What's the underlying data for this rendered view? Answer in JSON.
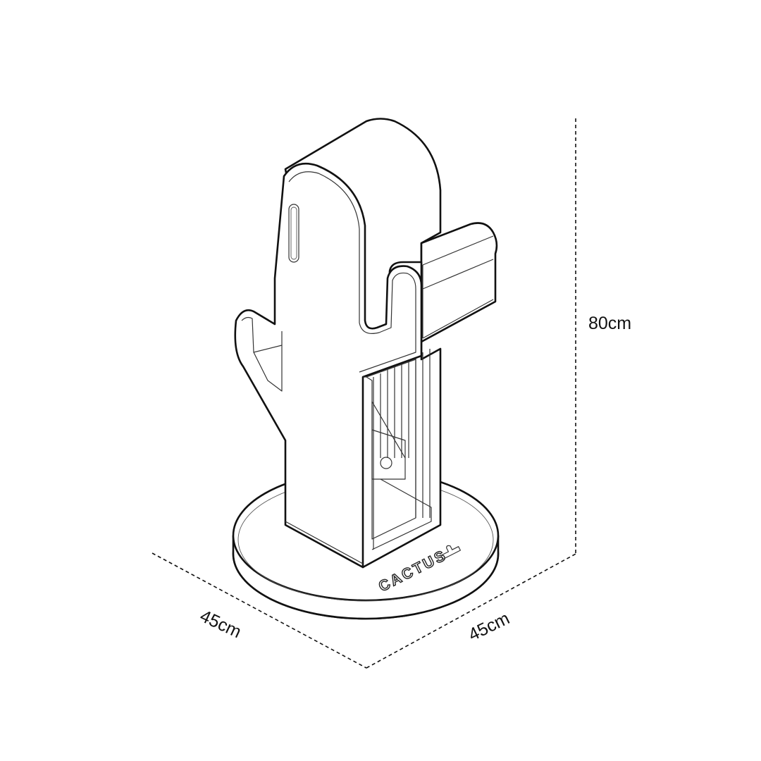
{
  "dimensions": {
    "height_label": "80cm",
    "depth_label": "45cm",
    "width_label": "45cm"
  },
  "logo": {
    "text": "CACTUS"
  },
  "colors": {
    "line": "#111111",
    "fill": "#ffffff"
  }
}
